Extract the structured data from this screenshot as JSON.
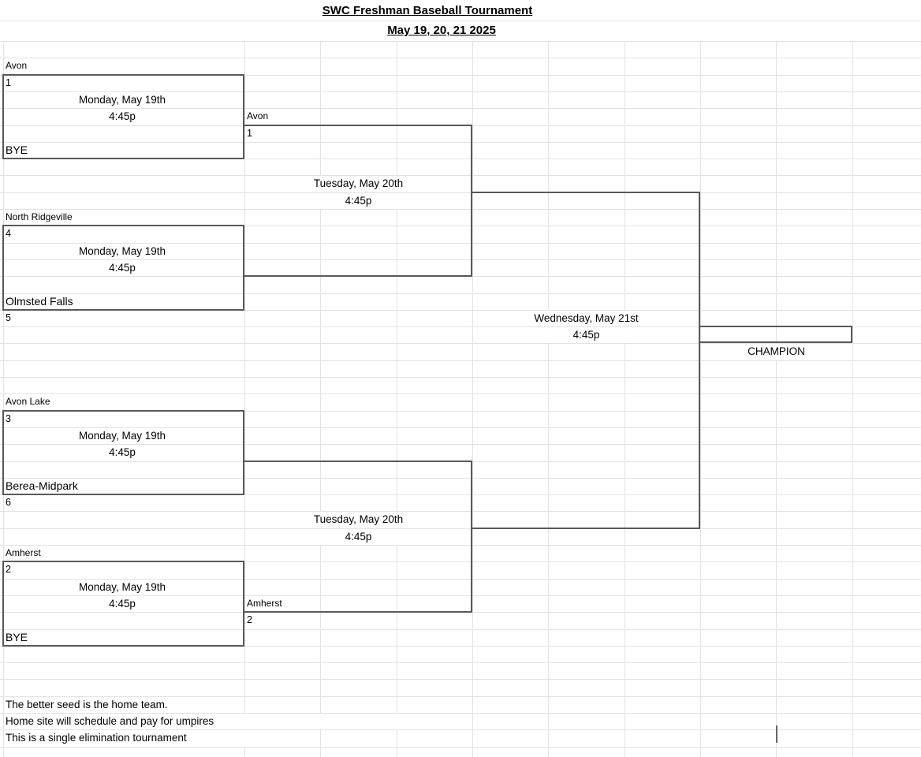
{
  "header": {
    "title": "SWC Freshman Baseball Tournament",
    "subtitle": "May 19, 20, 21 2025"
  },
  "bracket": {
    "round1_games": [
      {
        "top_team": "Avon",
        "top_seed": "1",
        "date": "Monday, May 19th",
        "time": "4:45p",
        "bottom_team": "BYE"
      },
      {
        "top_team": "North Ridgeville",
        "top_seed": "4",
        "date": "Monday, May 19th",
        "time": "4:45p",
        "bottom_team": "Olmsted Falls",
        "bottom_seed": "5"
      },
      {
        "top_team": "Avon Lake",
        "top_seed": "3",
        "date": "Monday, May 19th",
        "time": "4:45p",
        "bottom_team": "Berea-Midpark",
        "bottom_seed": "6"
      },
      {
        "top_team": "Amherst",
        "top_seed": "2",
        "date": "Monday, May 19th",
        "time": "4:45p",
        "bottom_team": "BYE"
      }
    ],
    "semifinal_games": [
      {
        "advancing_team": "Avon",
        "advancing_seed": "1",
        "date": "Tuesday, May 20th",
        "time": "4:45p"
      },
      {
        "advancing_team": "Amherst",
        "advancing_seed": "2",
        "date": "Tuesday, May 20th",
        "time": "4:45p"
      }
    ],
    "championship": {
      "date": "Wednesday, May 21st",
      "time": "4:45p",
      "champion_label": "CHAMPION"
    }
  },
  "notes": [
    "The better seed is the home team.",
    "Home site will schedule and pay for umpires",
    "This is a single elimination tournament"
  ],
  "colors": {
    "background": "#ffffff",
    "grid_line": "#e2e2e2",
    "bracket_border": "#595959",
    "text": "#000000"
  }
}
